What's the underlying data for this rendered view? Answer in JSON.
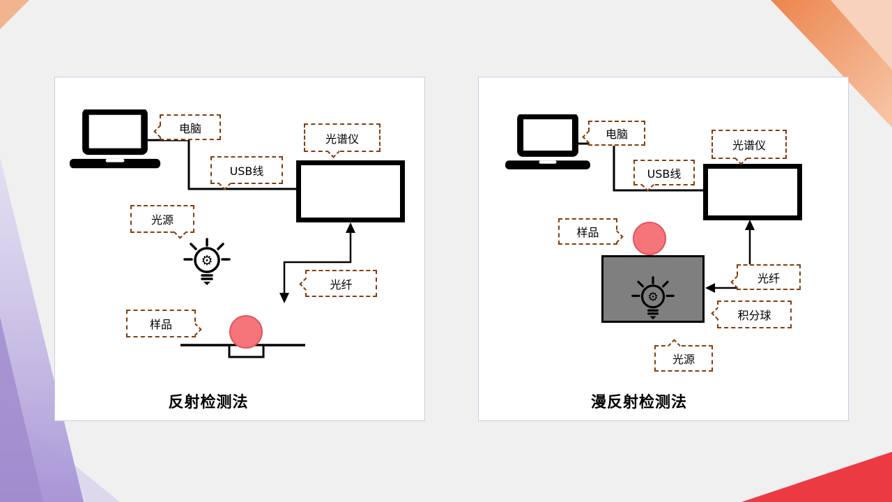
{
  "palette": {
    "callout_border": "#843C0C",
    "sample_red": "#F5757B",
    "sphere_gray": "#7F7F7F",
    "accent_orange": "#EC7F45",
    "accent_purple": "#A896D6",
    "accent_red": "#EC3A43"
  },
  "panels": [
    {
      "title": "反射检测法",
      "labels": {
        "computer": "电脑",
        "usb_cable": "USB线",
        "spectrometer": "光谱仪",
        "light_source": "光源",
        "optical_fiber": "光纤",
        "sample": "样品"
      }
    },
    {
      "title": "漫反射检测法",
      "labels": {
        "computer": "电脑",
        "usb_cable": "USB线",
        "spectrometer": "光谱仪",
        "sample": "样品",
        "optical_fiber": "光纤",
        "integrating_sphere": "积分球",
        "light_source": "光源"
      }
    }
  ],
  "icons": {
    "gear_glyph": "⚙"
  }
}
